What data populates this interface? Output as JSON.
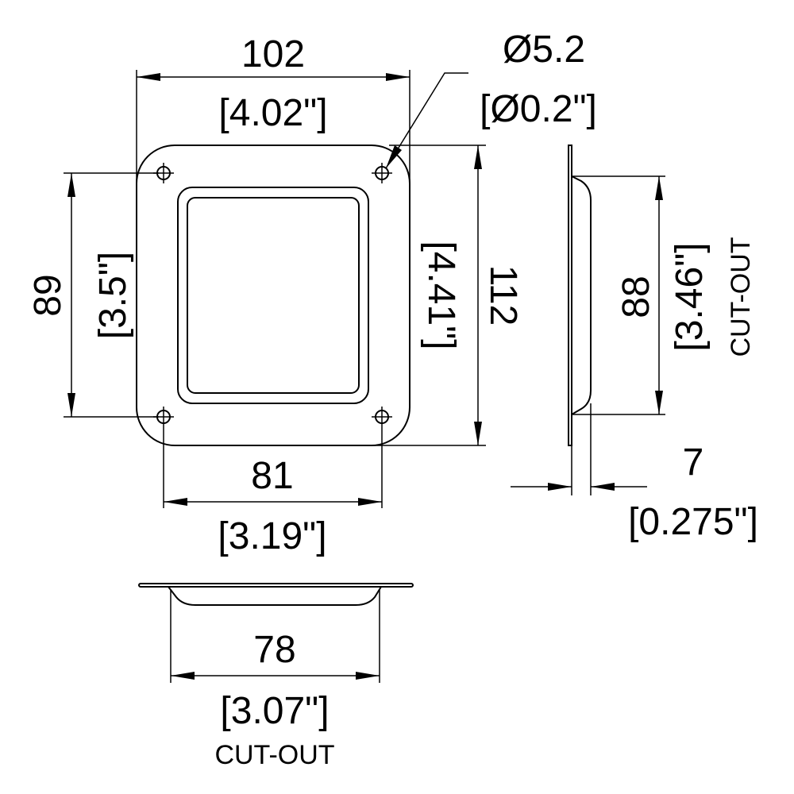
{
  "dimensions": {
    "width_mm": "102",
    "width_in": "[4.02\"]",
    "hole_dia_mm": "Ø5.2",
    "hole_dia_in": "[Ø0.2\"]",
    "hole_spacing_v_mm": "89",
    "hole_spacing_v_in": "[3.5\"]",
    "height_mm": "112",
    "height_in": "[4.41\"]",
    "hole_spacing_h_mm": "81",
    "hole_spacing_h_in": "[3.19\"]",
    "side_cutout_mm": "88",
    "side_cutout_in": "[3.46\"]",
    "side_cutout_label": "CUT-OUT",
    "depth_mm": "7",
    "depth_in": "[0.275\"]",
    "bottom_cutout_mm": "78",
    "bottom_cutout_in": "[3.07\"]",
    "bottom_cutout_label": "CUT-OUT"
  }
}
